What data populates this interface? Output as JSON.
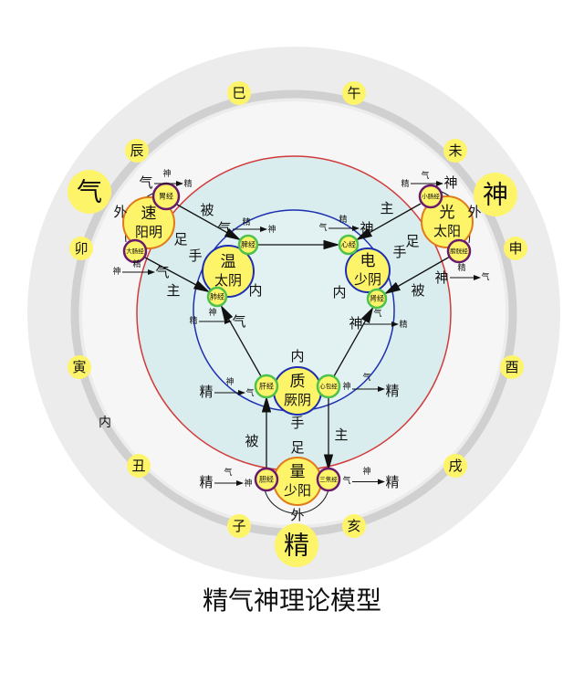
{
  "title": "精气神理论模型",
  "colors": {
    "outer_disc": "#e9e9e9",
    "ring": "#d4d4d4",
    "inner_fill": "#d7ecee",
    "red_circle": "#d23a3a",
    "blue_circle": "#1d2fb0",
    "yellow": "#fdf46a",
    "green": "#4ec24a",
    "purple": "#6a1a6a",
    "orange": "#e07a1a"
  },
  "branches": [
    "巳",
    "午",
    "未",
    "申",
    "酉",
    "戌",
    "亥",
    "子",
    "丑",
    "寅",
    "卯",
    "辰"
  ],
  "big": {
    "qi": "气",
    "shen": "神",
    "jing": "精"
  },
  "outer_nei": "内",
  "nodes": {
    "yangming": {
      "l1": "速",
      "l2": "阳明",
      "m1": "胃经",
      "m2": "大肠经"
    },
    "taiyin": {
      "l1": "温",
      "l2": "太阴",
      "m1": "脾经",
      "m2": "肺经"
    },
    "shaoyin": {
      "l1": "电",
      "l2": "少阴",
      "m1": "心经",
      "m2": "肾经"
    },
    "taiyang": {
      "l1": "光",
      "l2": "太阳",
      "m1": "小肠经",
      "m2": "膀胱经"
    },
    "jueyin": {
      "l1": "质",
      "l2": "厥阴",
      "m1": "肝经",
      "m2": "心包经"
    },
    "shaoyang": {
      "l1": "量",
      "l2": "少阳",
      "m1": "胆经",
      "m2": "三焦经"
    }
  },
  "labels": {
    "bei": "被",
    "zhu": "主",
    "shou": "手",
    "zu": "足",
    "wai": "外",
    "nei": "内",
    "qi": "气",
    "shen": "神",
    "jing": "精"
  }
}
